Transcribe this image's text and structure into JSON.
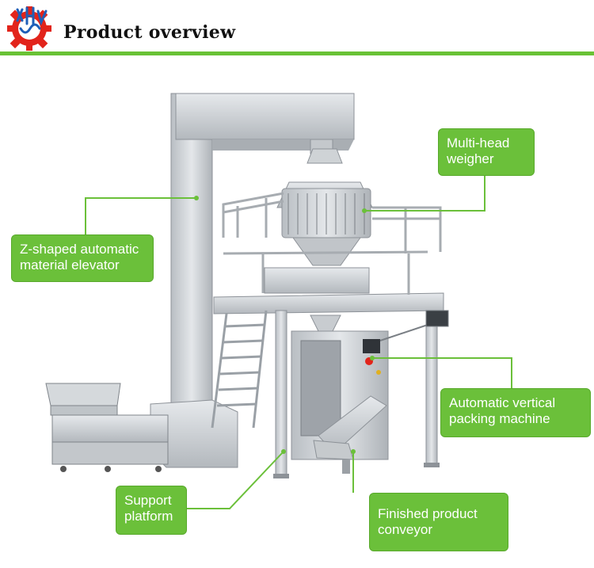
{
  "header": {
    "title": "Product overview",
    "logo_icon": "gear-logo-icon",
    "accent_color": "#69c235"
  },
  "callouts": {
    "weigher": {
      "line1": "Multi-head",
      "line2": "weigher"
    },
    "elevator": {
      "line1": "Z-shaped automatic",
      "line2": "material elevator"
    },
    "packing": {
      "line1": "Automatic vertical",
      "line2": "packing machine"
    },
    "platform": {
      "line1": "Support",
      "line2": "platform"
    },
    "conveyor": {
      "line1": "Finished product",
      "line2": "conveyor"
    }
  },
  "colors": {
    "callout_bg": "#6bc03a",
    "steel": "#c9cdd1"
  }
}
